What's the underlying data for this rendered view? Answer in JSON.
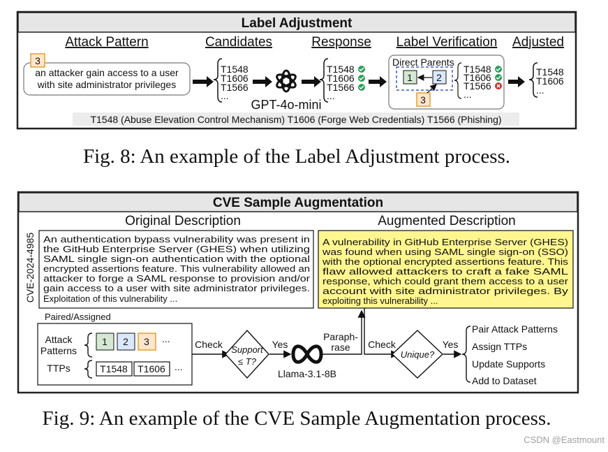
{
  "fig8": {
    "title": "Label Adjustment",
    "headers": {
      "attack_pattern": "Attack Pattern",
      "candidates": "Candidates",
      "response": "Response",
      "label_verification": "Label Verification",
      "adjusted": "Adjusted"
    },
    "pattern_badge": "3",
    "pattern_text_line1": "an attacker gain access to a user",
    "pattern_text_line2": "with site administrator privileges",
    "candidates": [
      "T1548",
      "T1606",
      "T1566",
      "..."
    ],
    "model": "GPT-4o-mini",
    "response": [
      "T1548",
      "T1606",
      "T1566",
      "..."
    ],
    "verification": {
      "direct_parents": "Direct Parents",
      "node1": "1",
      "node2": "2",
      "node3": "3",
      "labels": [
        "T1548",
        "T1606",
        "T1566",
        "..."
      ]
    },
    "adjusted": [
      "T1548",
      "T1606",
      "..."
    ],
    "legend": "T1548 (Abuse Elevation Control Mechanism) T1606 (Forge Web Credentials) T1566 (Phishing)",
    "caption": "Fig. 8: An example of the Label Adjustment process."
  },
  "fig9": {
    "title": "CVE Sample Augmentation",
    "original_header": "Original Description",
    "augmented_header": "Augmented Description",
    "cve_id": "CVE-2024-4985",
    "original_lines": [
      "An authentication bypass vulnerability was present in",
      "the GitHub Enterprise Server (GHES) when utilizing",
      "SAML single sign-on authentication with the optional",
      "encrypted assertions feature. This vulnerability allowed an",
      "attacker to forge a SAML response to provision and/or",
      "gain access to a user with site administrator privileges.",
      "Exploitation of this vulnerability ..."
    ],
    "augmented_lines": [
      "A vulnerability in GitHub Enterprise Server (GHES)",
      "was found when using SAML single sign-on (SSO)",
      "with the optional encrypted assertions feature. This",
      "flaw allowed attackers to craft a fake SAML",
      "response, which could grant them access to a user",
      "account with site administrator privileges. By",
      "exploiting this vulnerability ..."
    ],
    "paired_label": "Paired/Assigned",
    "attack_label_1": "Attack",
    "attack_label_2": "Patterns",
    "pattern_nodes": [
      "1",
      "2",
      "3",
      "..."
    ],
    "ttps_label": "TTPs",
    "ttp_boxes": [
      "T1548",
      "T1606",
      "..."
    ],
    "check1": "Check",
    "support_1": "Support",
    "support_2": "≤ T?",
    "yes1": "Yes",
    "model": "Llama-3.1-8B",
    "paraphrase_1": "Paraph-",
    "paraphrase_2": "rase",
    "check2": "Check",
    "unique": "Unique?",
    "yes2": "Yes",
    "actions": [
      "Pair Attack Patterns",
      "Assign TTPs",
      "Update Supports",
      "Add to Dataset"
    ],
    "caption": "Fig. 9: An example of the CVE Sample Augmentation process."
  },
  "watermark": "CSDN @Eastmount",
  "colors": {
    "green_fill": "#d5e8d4",
    "blue_fill": "#dae8fc",
    "orange_fill": "#ffe6cc",
    "orange_stroke": "#e0a030",
    "yellow_fill": "#fff68f",
    "header_fill": "#e6e6e6",
    "check_green": "#2e9e5b",
    "cross_red": "#d32f2f"
  }
}
